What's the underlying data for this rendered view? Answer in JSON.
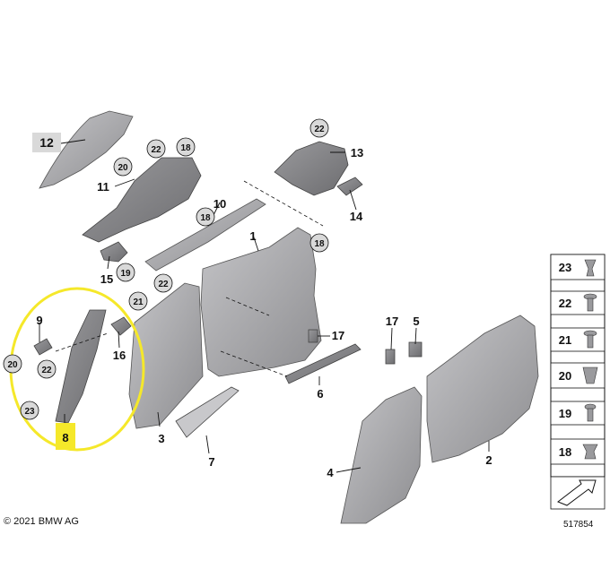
{
  "diagram": {
    "copyright": "© 2021 BMW AG",
    "image_number": "517854",
    "part_labels": {
      "p1": "1",
      "p2": "2",
      "p3": "3",
      "p4": "4",
      "p5": "5",
      "p6": "6",
      "p7": "7",
      "p8": "8",
      "p9": "9",
      "p10": "10",
      "p11": "11",
      "p12": "12",
      "p13": "13",
      "p14": "14",
      "p15": "15",
      "p16": "16",
      "p17": "17"
    },
    "circle_labels": {
      "c22a": "22",
      "c18a": "18",
      "c20a": "20",
      "c22b": "22",
      "c18b": "18",
      "c18c": "18",
      "c19": "19",
      "c22c": "22",
      "c21": "21",
      "c20b": "20",
      "c22d": "22",
      "c23": "23"
    },
    "legend": [
      {
        "label": "23",
        "icon": "clip-23-icon"
      },
      {
        "label": "22",
        "icon": "screw-22-icon"
      },
      {
        "label": "21",
        "icon": "screw-21-icon"
      },
      {
        "label": "20",
        "icon": "nut-20-icon"
      },
      {
        "label": "19",
        "icon": "screw-19-icon"
      },
      {
        "label": "18",
        "icon": "clip-18-icon"
      }
    ],
    "highlight_color": "#f5e82a",
    "part_color": "#a8a8ab",
    "label_box_color": "#d9d9d9"
  }
}
